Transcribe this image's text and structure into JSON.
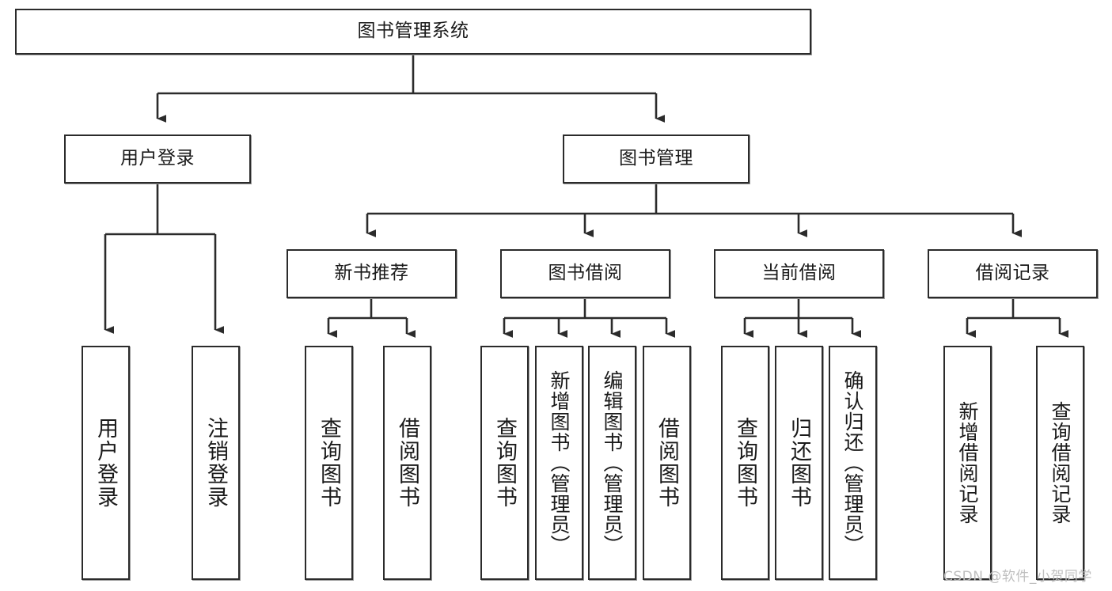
{
  "diagram": {
    "type": "tree-hierarchy",
    "title": "图书管理系统",
    "stroke_color": "#2b2b2b",
    "text_color": "#1a1a1a",
    "background": "#ffffff",
    "nodes": {
      "root": {
        "label": "图书管理系统",
        "level": 0
      },
      "l1": [
        {
          "label": "用户登录",
          "level": 1
        },
        {
          "label": "图书管理",
          "level": 1
        }
      ],
      "l2": [
        {
          "label": "新书推荐",
          "level": 2
        },
        {
          "label": "图书借阅",
          "level": 2
        },
        {
          "label": "当前借阅",
          "level": 2
        },
        {
          "label": "借阅记录",
          "level": 2
        }
      ],
      "leaves": [
        {
          "label": "用户登录",
          "parent": "用户登录"
        },
        {
          "label": "注销登录",
          "parent": "用户登录"
        },
        {
          "label": "查询图书",
          "parent": "新书推荐"
        },
        {
          "label": "借阅图书",
          "parent": "新书推荐"
        },
        {
          "label": "查询图书",
          "parent": "图书借阅"
        },
        {
          "label": "新增图书（管理员）",
          "parent": "图书借阅"
        },
        {
          "label": "编辑图书（管理员）",
          "parent": "图书借阅"
        },
        {
          "label": "借阅图书",
          "parent": "图书借阅"
        },
        {
          "label": "查询图书",
          "parent": "当前借阅"
        },
        {
          "label": "归还图书",
          "parent": "当前借阅"
        },
        {
          "label": "确认归还（管理员）",
          "parent": "当前借阅"
        },
        {
          "label": "新增借阅记录",
          "parent": "借阅记录"
        },
        {
          "label": "查询借阅记录",
          "parent": "借阅记录"
        }
      ]
    }
  },
  "watermark": {
    "text": "CSDN @软件_小贺同学"
  }
}
